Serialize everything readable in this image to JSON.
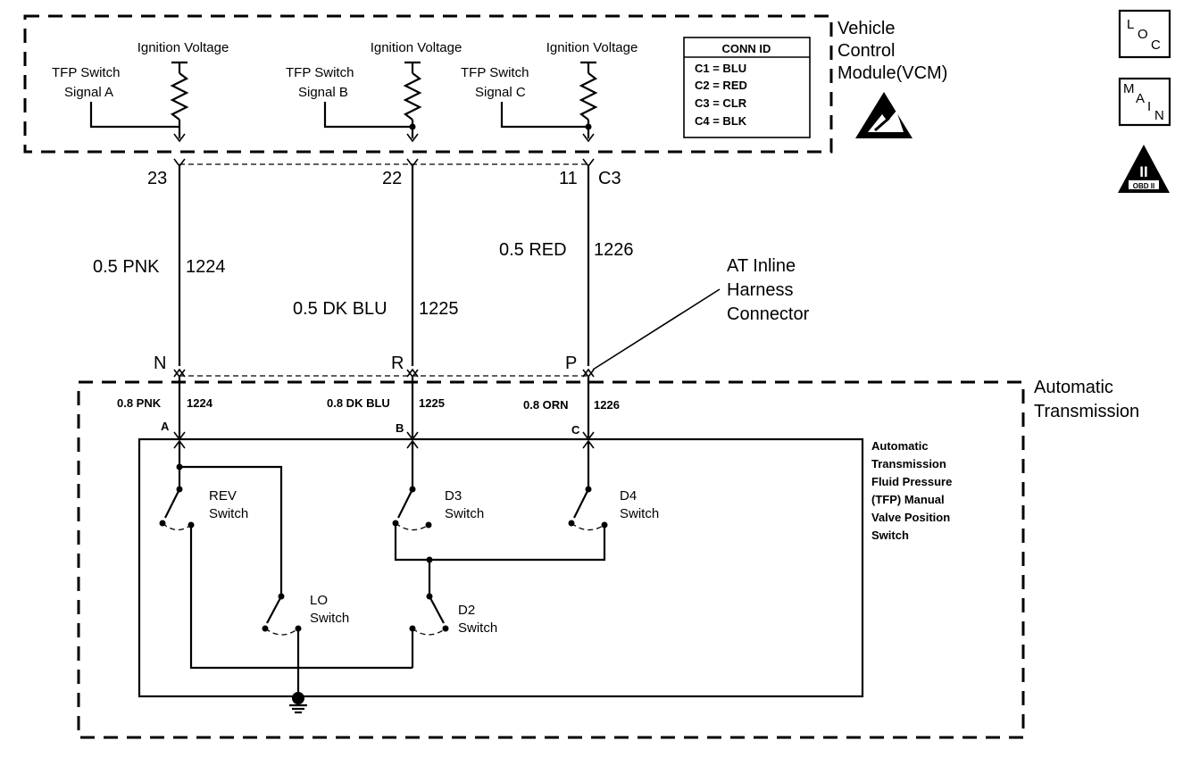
{
  "vcm": {
    "title_line1": "Vehicle",
    "title_line2": "Control",
    "title_line3": "Module(VCM)",
    "circuits": [
      {
        "supply": "Ignition Voltage",
        "signal_line1": "TFP Switch",
        "signal_line2": "Signal A",
        "pin": "23"
      },
      {
        "supply": "Ignition Voltage",
        "signal_line1": "TFP Switch",
        "signal_line2": "Signal B",
        "pin": "22"
      },
      {
        "supply": "Ignition Voltage",
        "signal_line1": "TFP Switch",
        "signal_line2": "Signal C",
        "pin": "11",
        "connector": "C3"
      }
    ],
    "conn_id": {
      "header": "CONN ID",
      "rows": [
        "C1 = BLU",
        "C2 = RED",
        "C3 = CLR",
        "C4 = BLK"
      ]
    }
  },
  "badges": [
    {
      "icon": "loc-icon",
      "letters": [
        "L",
        "O",
        "C"
      ]
    },
    {
      "icon": "main-icon",
      "letters": [
        "M",
        "A",
        "I",
        "N"
      ]
    },
    {
      "icon": "obd-ii-icon",
      "numeral": "II",
      "caption": "OBD II"
    }
  ],
  "wires": [
    {
      "gauge_color": "0.5 PNK",
      "circuit": "1224",
      "inline_pin": "N",
      "trans_label": "0.8 PNK",
      "trans_circuit": "1224",
      "trans_pin": "A"
    },
    {
      "gauge_color": "0.5 DK BLU",
      "circuit": "1225",
      "inline_pin": "R",
      "trans_label": "0.8 DK BLU",
      "trans_circuit": "1225",
      "trans_pin": "B"
    },
    {
      "gauge_color": "0.5 RED",
      "circuit": "1226",
      "inline_pin": "P",
      "trans_label": "0.8 ORN",
      "trans_circuit": "1226",
      "trans_pin": "C"
    }
  ],
  "inline_connector": {
    "line1": "AT Inline",
    "line2": "Harness",
    "line3": "Connector"
  },
  "transmission": {
    "title_line1": "Automatic",
    "title_line2": "Transmission"
  },
  "tfp_switch": {
    "lines": [
      "Automatic",
      "Transmission",
      "Fluid Pressure",
      "(TFP) Manual",
      "Valve Position",
      "Switch"
    ]
  },
  "switches": [
    {
      "name": "REV",
      "word": "Switch"
    },
    {
      "name": "D3",
      "word": "Switch"
    },
    {
      "name": "D4",
      "word": "Switch"
    },
    {
      "name": "LO",
      "word": "Switch"
    },
    {
      "name": "D2",
      "word": "Switch"
    }
  ]
}
